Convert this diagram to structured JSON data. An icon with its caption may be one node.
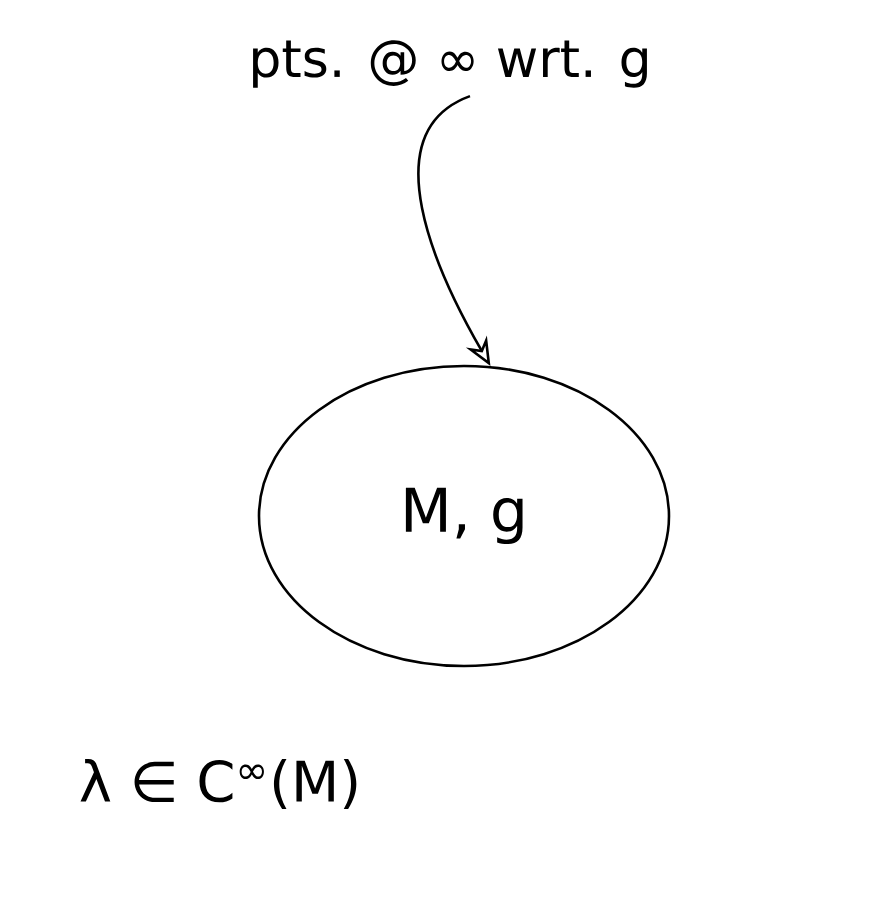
{
  "diagram": {
    "nodes": [
      {
        "text": [
          "pts. @ ∞ wrt. g"
        ]
      },
      {
        "text": [
          "M, g"
        ]
      }
    ],
    "edges": [
      {
        "from": 0,
        "to": 1,
        "arrow": "to"
      }
    ],
    "labels": [
      "λ ∈ C$^{∞}$(M)"
    ]
  }
}
